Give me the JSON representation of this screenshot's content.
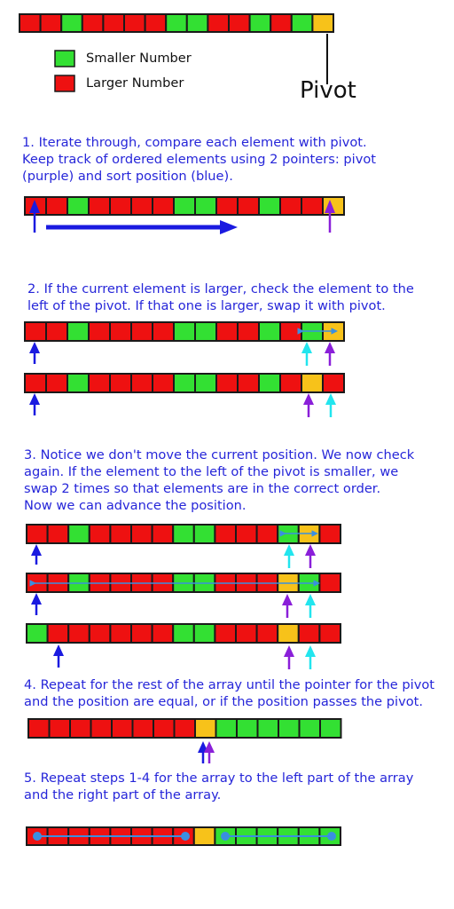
{
  "colors": {
    "green": "#33e033",
    "red": "#ee1111",
    "pivot": "#f7c21a",
    "outline": "#1a1a1a",
    "blue": "#1a1ae0",
    "cyan": "#22e5ee",
    "purple": "#8a1fd9",
    "swap_arrow": "#3a8fe0",
    "text": "#2626d9"
  },
  "legend": {
    "smaller": "Smaller Number",
    "larger": "Larger Number"
  },
  "pivot_label": "Pivot",
  "steps": {
    "s1": "1. Iterate through, compare each element with pivot.\nKeep track of ordered elements using 2 pointers: pivot\n(purple) and sort position (blue).",
    "s2": "2. If the current element is larger, check the element to the\nleft of the pivot. If that one is larger, swap it with pivot.",
    "s3": "3. Notice we don't move the current position. We now check\nagain. If the element to the left of the pivot is smaller, we\nswap 2 times so that elements are in the correct order.\nNow we can advance the position.",
    "s4": "4. Repeat for the rest of the array until the pointer for the pivot\nand the position are equal, or if the position passes the pivot.",
    "s5": "5. Repeat steps 1-4 for the array to the left part of the array\nand the right part of the array."
  },
  "arrays": [
    {
      "name": "initial-array",
      "cells": "RRGRRRRGGRRGRGP"
    },
    {
      "name": "step1-array",
      "cells": "RRGRRRRGGRRGRRP"
    },
    {
      "name": "step2-array-a",
      "cells": "RRGRRRRGGRRGRGP"
    },
    {
      "name": "step2-array-b",
      "cells": "RRGRRRRGGRRGRPR"
    },
    {
      "name": "step3-array-a",
      "cells": "RRGRRRRGGRRRGPR"
    },
    {
      "name": "step3-array-b",
      "cells": "RRGRRRRGGRRRPGR"
    },
    {
      "name": "step3-array-c",
      "cells": "GRRRRRRGGRRRPRR"
    },
    {
      "name": "step4-array",
      "cells": "RRRRRRRRPGGGGGG"
    },
    {
      "name": "step5-array",
      "cells": "RRRRRRRRPGGGGGG"
    }
  ]
}
